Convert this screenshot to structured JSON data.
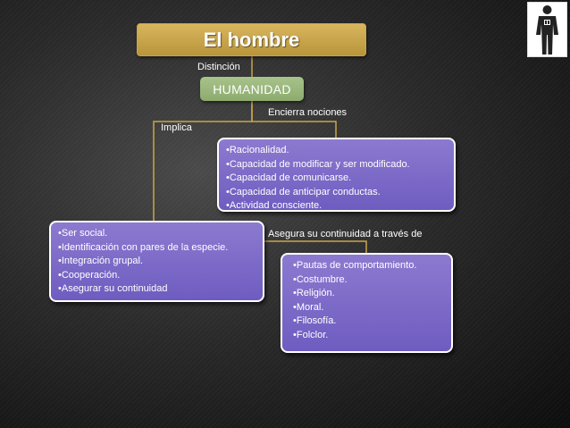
{
  "title": "El hombre",
  "central": "HUMANIDAD",
  "edges": {
    "distincion": "Distinción",
    "encierra": "Encierra nociones",
    "implica": "Implica",
    "asegura": "Asegura su continuidad a través de"
  },
  "nociones": [
    "•Racionalidad.",
    "•Capacidad de modificar y ser modificado.",
    "•Capacidad de comunicarse.",
    "•Capacidad de anticipar conductas.",
    "•Actividad consciente."
  ],
  "implica_items": [
    "•Ser social.",
    "•Identificación con pares de la especie.",
    "•Integración grupal.",
    "•Cooperación.",
    "•Asegurar su continuidad"
  ],
  "continuidad_items": [
    "•Pautas de comportamiento.",
    "•Costumbre.",
    "•Religión.",
    "•Moral.",
    "•Filosofía.",
    "•Folclor."
  ],
  "colors": {
    "title_gold": "#c9a54c",
    "central_green": "#9bb77c",
    "box_purple": "#7a67c6",
    "connector_gold": "#c9a54c"
  }
}
